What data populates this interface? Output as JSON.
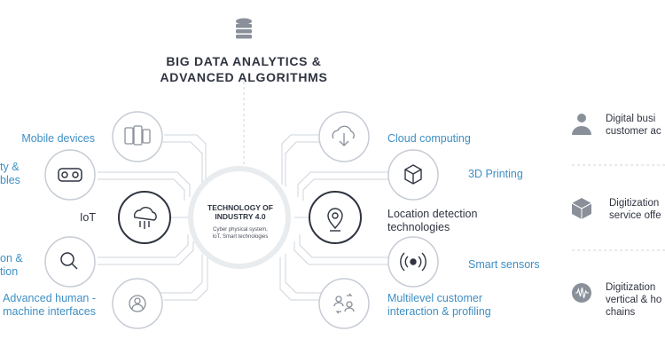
{
  "title": {
    "line1": "BIG DATA ANALYTICS &",
    "line2": "ADVANCED ALGORITHMS"
  },
  "hub": {
    "title_line1": "TECHNOLOGY OF",
    "title_line2": "INDUSTRY 4.0",
    "sub_line1": "Cyber physical system,",
    "sub_line2": "IoT, Smart technologies"
  },
  "left_nodes": [
    {
      "label": "Mobile devices",
      "icon": "mobile-devices-icon"
    },
    {
      "label_line1": "ty &",
      "label_line2": "bles",
      "icon": "vr-headset-icon"
    },
    {
      "label": "IoT",
      "icon": "iot-cloud-icon"
    },
    {
      "label_line1": "on &",
      "label_line2": "tion",
      "icon": "magnifier-icon"
    },
    {
      "label_line1": "Advanced human -",
      "label_line2": "machine interfaces",
      "icon": "user-interface-icon"
    }
  ],
  "right_nodes": [
    {
      "label": "Cloud computing",
      "icon": "cloud-download-icon"
    },
    {
      "label": "3D Printing",
      "icon": "3d-cube-icon"
    },
    {
      "label_line1": "Location detection",
      "label_line2": "technologies",
      "icon": "location-pin-icon"
    },
    {
      "label": "Smart sensors",
      "icon": "sensor-signal-icon"
    },
    {
      "label_line1": "Multilevel customer",
      "label_line2": "interaction & profiling",
      "icon": "user-swap-icon"
    }
  ],
  "right_panel": [
    {
      "line1": "Digital busi",
      "line2": "customer ac",
      "icon": "person-icon"
    },
    {
      "line1": "Digitization",
      "line2": "service offe",
      "icon": "box-icon"
    },
    {
      "line1": "Digitization",
      "line2": "vertical & ho",
      "line3": "chains",
      "icon": "waveform-icon"
    }
  ],
  "colors": {
    "accent_blue": "#3f8fc4",
    "dark_text": "#2f3440",
    "ring_grey": "#c7ccd4",
    "dark_ring": "#2f3440",
    "icon_grey": "#8a909a"
  }
}
